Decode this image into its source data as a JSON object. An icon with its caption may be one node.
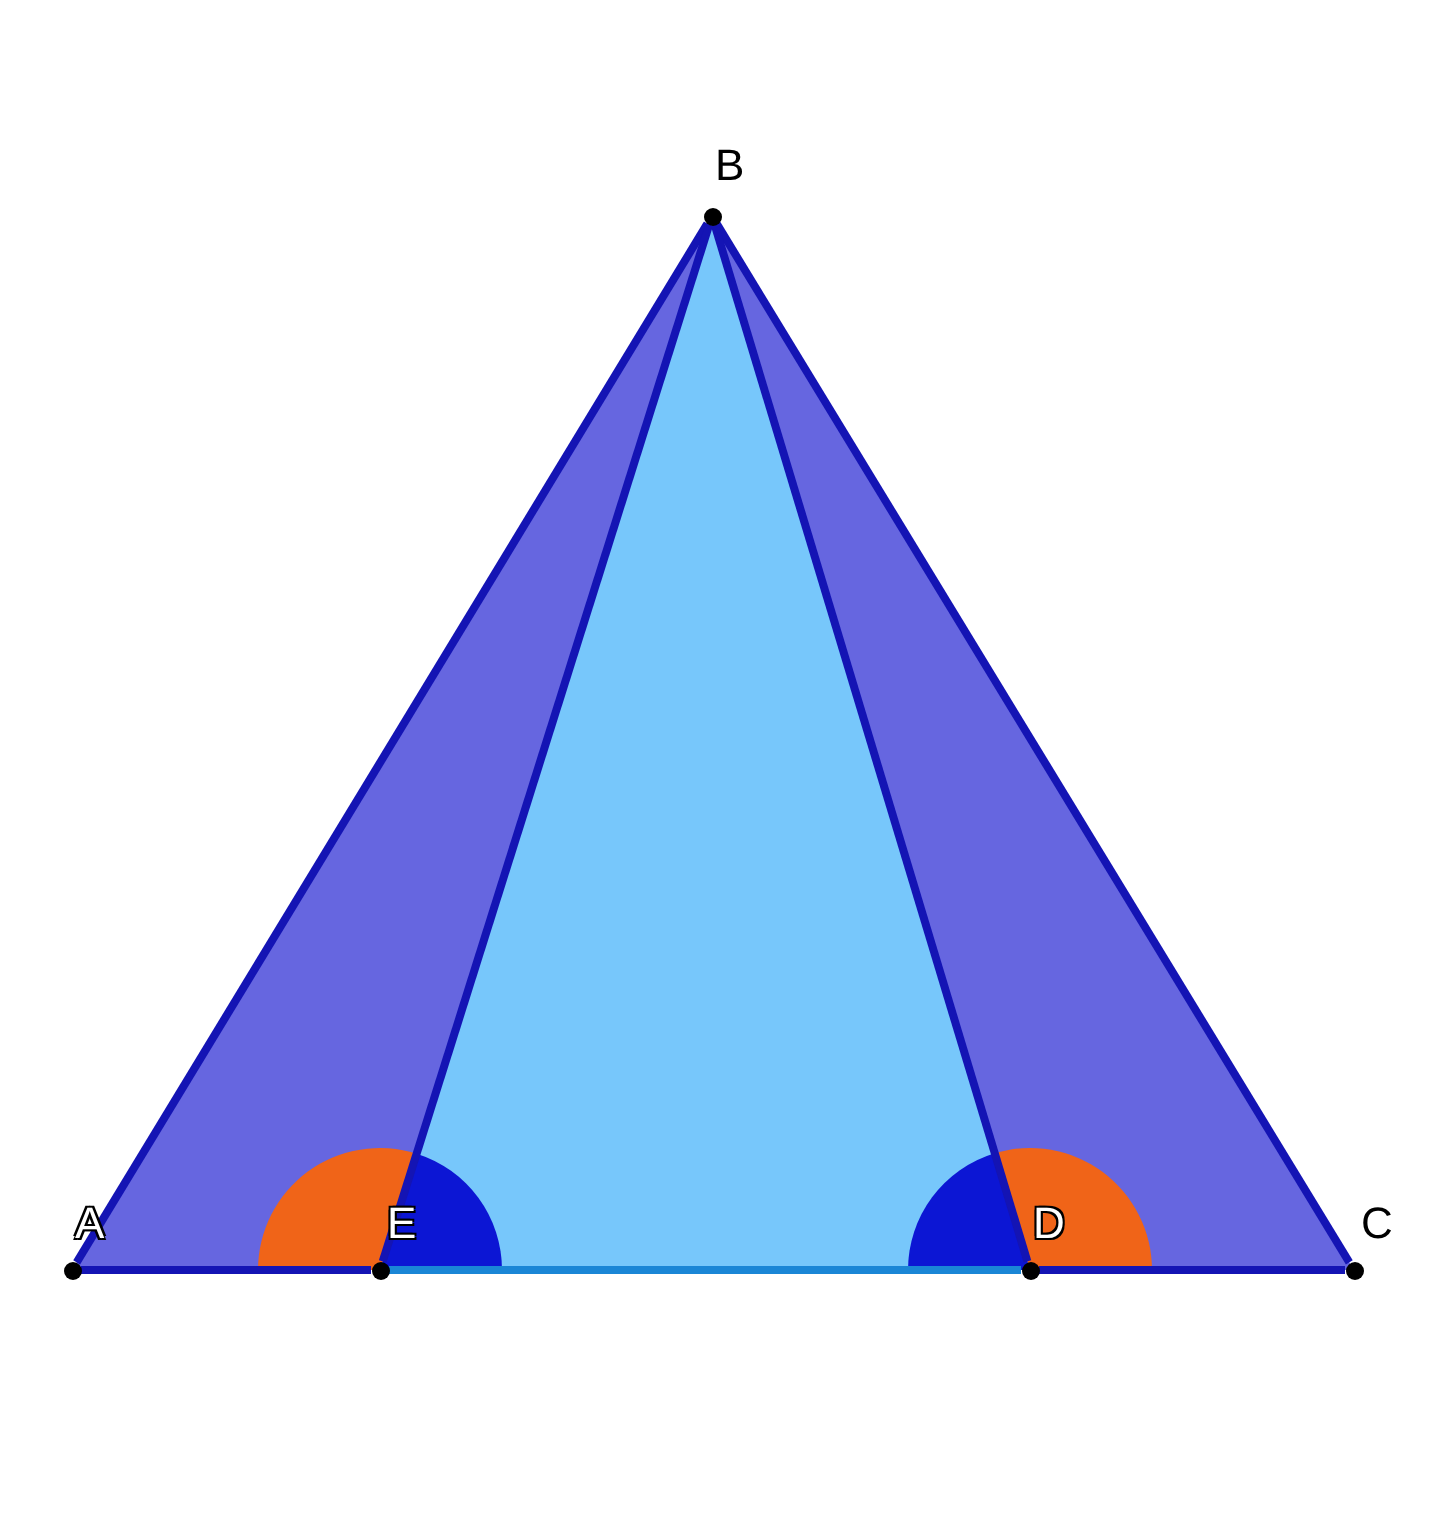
{
  "diagram": {
    "nodes": [
      {
        "text": [
          "A"
        ]
      },
      {
        "text": [
          "B"
        ]
      },
      {
        "text": [
          "C"
        ]
      },
      {
        "text": [
          "D"
        ]
      },
      {
        "text": [
          "E"
        ]
      }
    ],
    "edges": [
      {
        "from": 0,
        "to": 1,
        "arrow": "none"
      },
      {
        "from": 1,
        "to": 2,
        "arrow": "none"
      },
      {
        "from": 0,
        "to": 4,
        "arrow": "none"
      },
      {
        "from": 4,
        "to": 3,
        "arrow": "none",
        "color": "#1a86d6"
      },
      {
        "from": 3,
        "to": 2,
        "arrow": "none"
      },
      {
        "from": 1,
        "to": 4,
        "arrow": "none"
      },
      {
        "from": 1,
        "to": 3,
        "arrow": "none"
      }
    ]
  }
}
